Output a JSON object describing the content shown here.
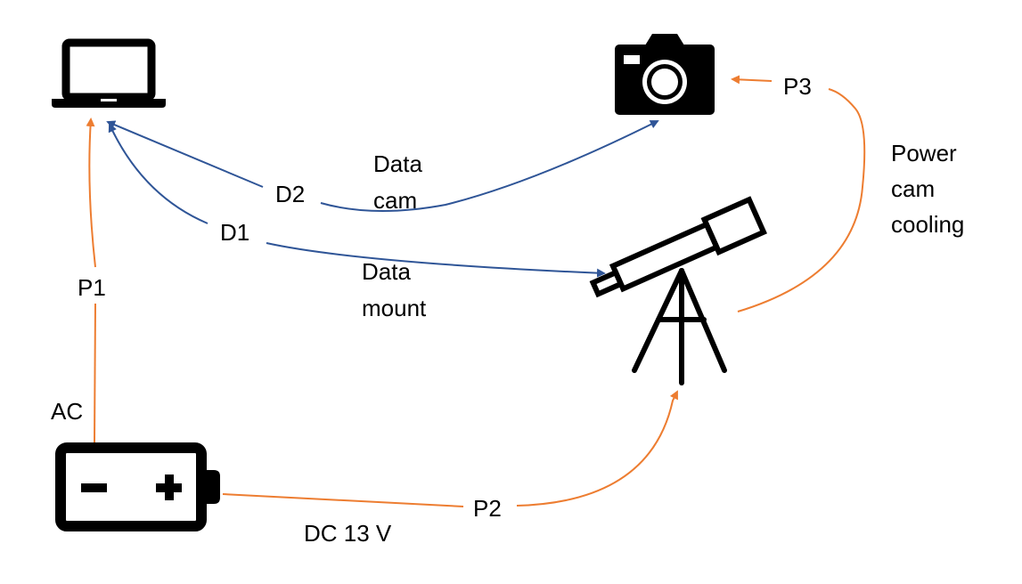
{
  "colors": {
    "power": "#ED7D31",
    "data": "#2F5597",
    "icon": "#000000",
    "background": "#FFFFFF"
  },
  "nodes": {
    "laptop": {
      "icon": "laptop-icon"
    },
    "camera": {
      "icon": "camera-icon"
    },
    "telescope": {
      "icon": "telescope-icon"
    },
    "battery": {
      "icon": "battery-icon"
    }
  },
  "connections": [
    {
      "id": "P1",
      "type": "power",
      "from": "battery",
      "to": "laptop",
      "label": "P1",
      "note": "AC"
    },
    {
      "id": "P2",
      "type": "power",
      "from": "battery",
      "to": "telescope",
      "label": "P2",
      "note": "DC 13 V"
    },
    {
      "id": "P3",
      "type": "power",
      "from": "telescope",
      "to": "camera",
      "label": "P3",
      "note": [
        "Power",
        "cam",
        "cooling"
      ]
    },
    {
      "id": "D1",
      "type": "data",
      "from": "telescope",
      "to": "laptop",
      "label": "D1",
      "note": [
        "Data",
        "mount"
      ]
    },
    {
      "id": "D2",
      "type": "data",
      "from": "camera",
      "to": "laptop",
      "label": "D2",
      "note": [
        "Data",
        "cam"
      ]
    }
  ],
  "labels": {
    "p1": "P1",
    "ac": "AC",
    "p2": "P2",
    "dc": "DC 13 V",
    "p3": "P3",
    "power_cam_cooling": [
      "Power",
      "cam",
      "cooling"
    ],
    "d1": "D1",
    "d2": "D2",
    "data_mount": [
      "Data",
      "mount"
    ],
    "data_cam": [
      "Data",
      "cam"
    ]
  }
}
